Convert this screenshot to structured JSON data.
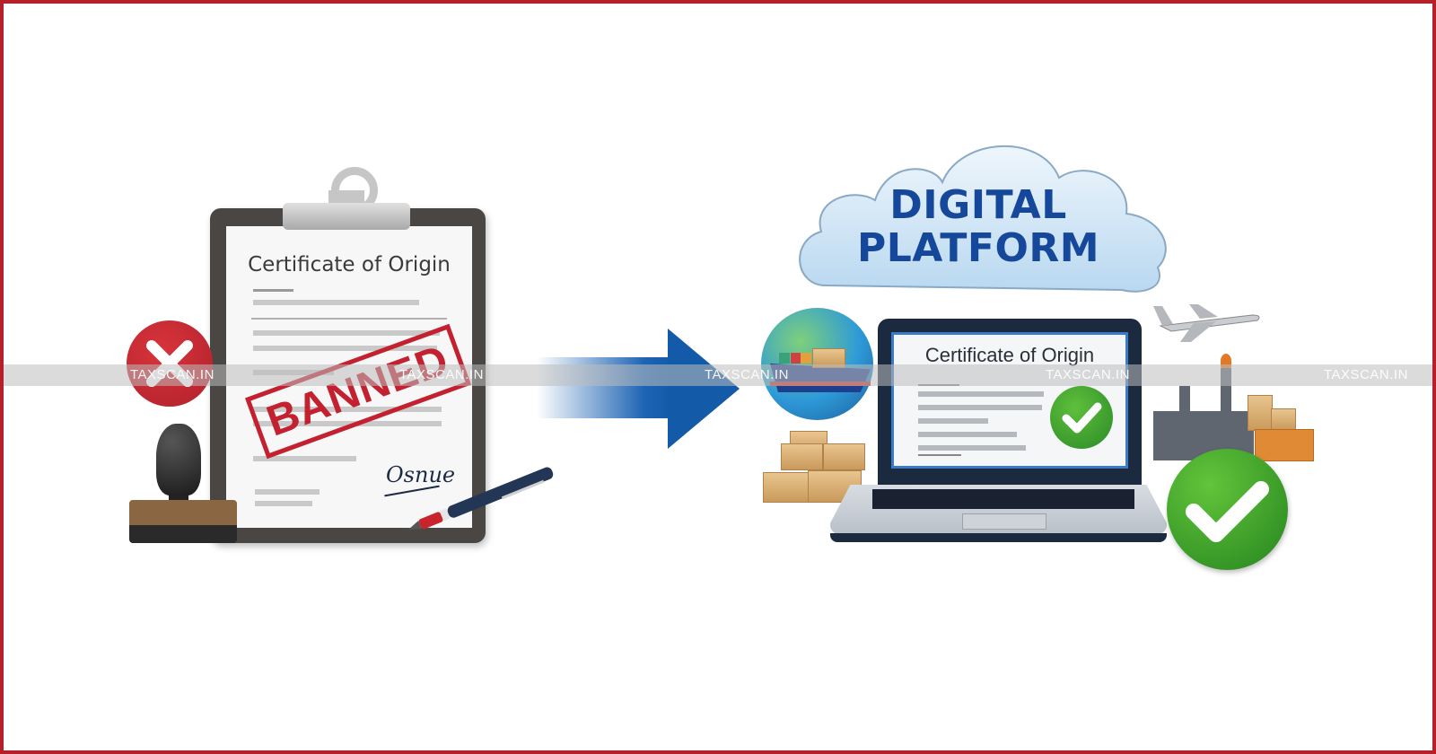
{
  "left_panel": {
    "document": {
      "title": "Certificate of Origin",
      "stamp": "BANNED",
      "signature": "Osnue"
    },
    "icons": [
      "reject-x-icon",
      "rubber-stamp-icon",
      "pen-icon",
      "clipboard-icon"
    ]
  },
  "arrow": {
    "direction": "right",
    "color": "#1e64b4"
  },
  "right_panel": {
    "cloud": {
      "line1": "DIGITAL",
      "line2": "PLATFORM"
    },
    "laptop_screen": {
      "title": "Certificate of Origin"
    },
    "icons": [
      "globe-ship-icon",
      "cardboard-boxes-icon",
      "airplane-icon",
      "factory-icon",
      "crates-icon",
      "approved-check-icon"
    ]
  },
  "watermark": {
    "text": "TAXSCAN.IN",
    "positions_x": [
      145,
      445,
      773,
      1148,
      1480
    ]
  },
  "colors": {
    "frame": "#b5202a",
    "stamp_red": "#c32030",
    "platform_blue": "#15479a",
    "check_green": "#2a8a26"
  }
}
